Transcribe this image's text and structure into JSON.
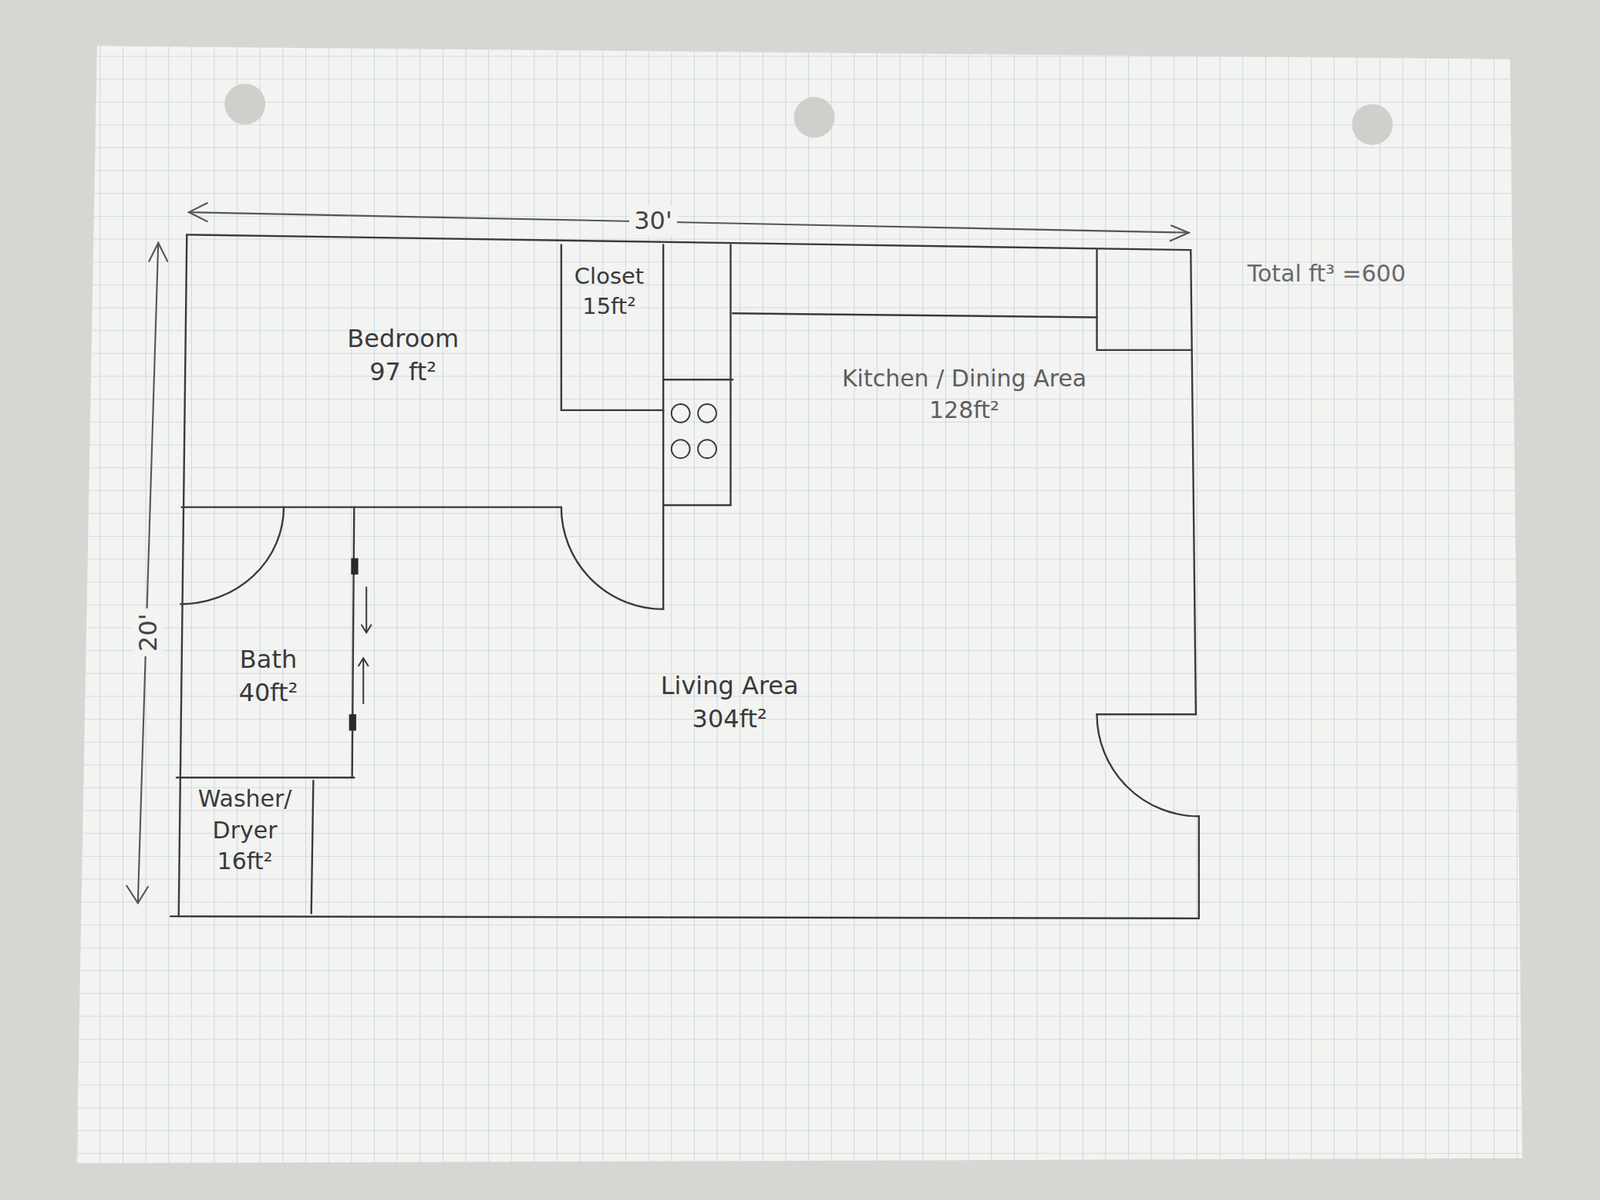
{
  "diagram": {
    "nodes": [
      {
        "text": [
          "Bedroom",
          "97 ft²"
        ]
      },
      {
        "text": [
          "Closet",
          "15ft²"
        ]
      },
      {
        "text": [
          "Kitchen / Dining Area",
          "128ft²"
        ]
      },
      {
        "text": [
          "Bath",
          "40ft²"
        ]
      },
      {
        "text": [
          "Living Area",
          "304ft²"
        ]
      },
      {
        "text": [
          "Washer/ Dryer",
          "16ft²"
        ]
      }
    ],
    "labels": [
      "30'",
      "Total ft³ =600",
      "20'"
    ]
  }
}
